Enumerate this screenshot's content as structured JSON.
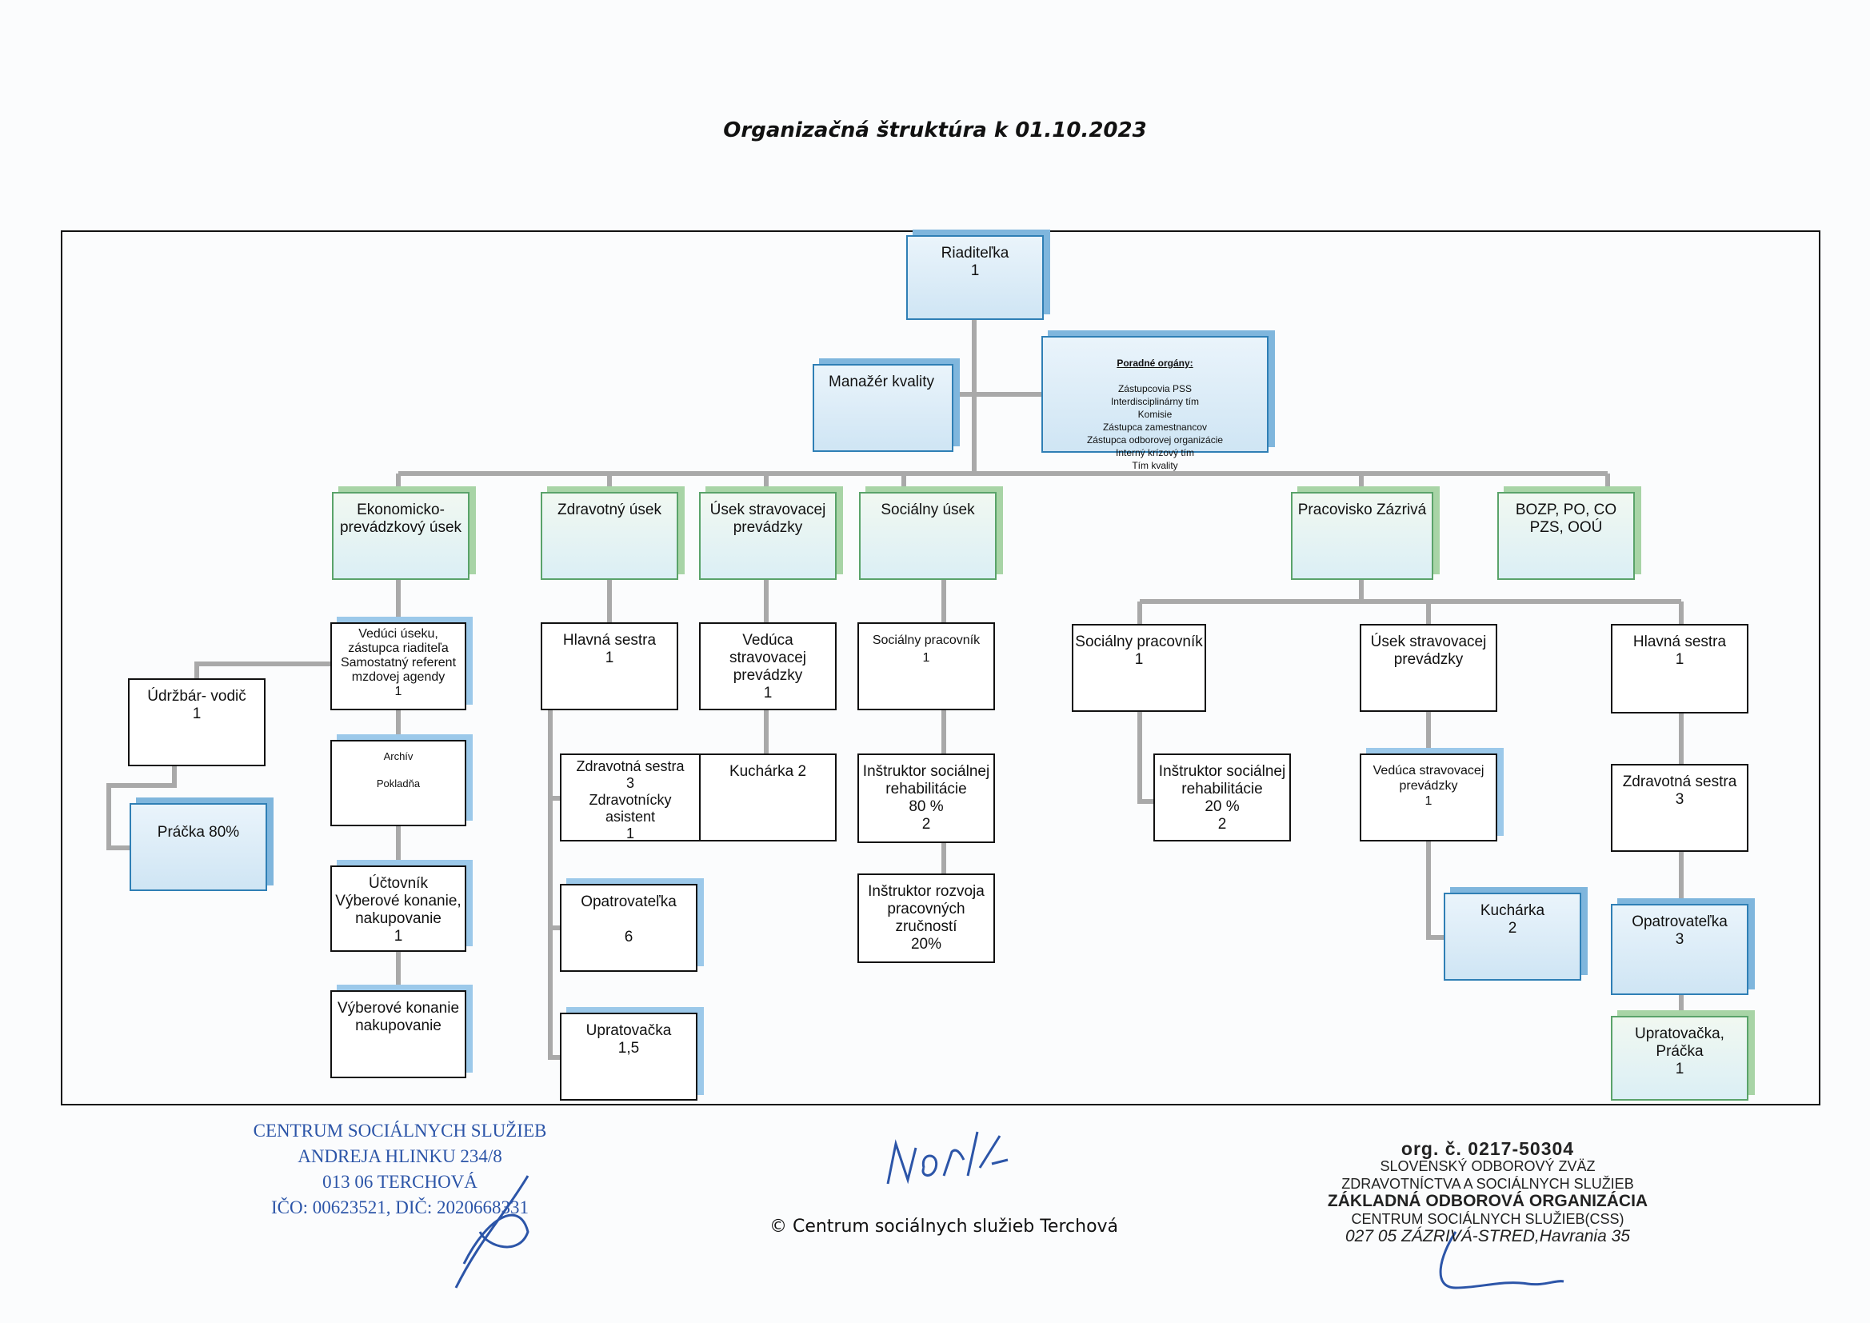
{
  "title": "Organizačná štruktúra k 01.10.2023",
  "boxes": {
    "director": "Riaditeľka\n1",
    "quality_manager": "Manažér kvality",
    "advisory_head": "Poradné orgány:",
    "advisory_items": "Zástupcovia PSS\nInterdisciplinárny tím\nKomisie\nZástupca zamestnancov\nZástupca odborovej organizácie\nInterný krízový tím\nTím kvality",
    "econ": "Ekonomicko-\nprevádzkový úsek",
    "health": "Zdravotný úsek",
    "catering": "Úsek stravovacej\nprevádzky",
    "social": "Sociálny úsek",
    "zazriva": "Pracovisko Zázrivá",
    "bozp": "BOZP, PO, CO\nPZS, OOÚ",
    "econ_head": "Vedúci úseku,\nzástupca riaditeľa\nSamostatný referent\nmzdovej agendy\n1",
    "maintenance": "Údržbár- vodič\n1",
    "laundry": "Práčka 80%",
    "archive": "Archív\n\nPokladňa",
    "accountant": "Účtovník\nVýberové konanie,\nnakupovanie\n1",
    "procurement": "Výberové konanie\nnakupovanie",
    "head_nurse": "Hlavná sestra\n1",
    "nurse": "Zdravotná sestra\n3\nZdravotnícky\nasistent\n1",
    "caregiver": "Opatrovateľka\n\n6",
    "cleaner": "Upratovačka\n1,5",
    "catering_head": "Vedúca\nstravovacej\nprevádzky\n1",
    "cook": "Kuchárka 2",
    "social_worker": "Sociálny pracovník\n1",
    "rehab_instructor": "Inštruktor sociálnej\nrehabilitácie\n80 %\n2",
    "skills_instructor": "Inštruktor rozvoja\npracovných\nzručností\n20%",
    "z_social_worker": "Sociálny pracovník\n1",
    "z_rehab": "Inštruktor sociálnej\nrehabilitácie\n20 %\n2",
    "z_catering": "Úsek stravovacej\nprevádzky",
    "z_catering_head": "Vedúca stravovacej\nprevádzky\n1",
    "z_cook": "Kuchárka\n2",
    "z_head_nurse": "Hlavná sestra\n1",
    "z_nurse": "Zdravotná sestra\n3",
    "z_caregiver": "Opatrovateľka\n3",
    "z_cleaner": "Upratovačka,\nPráčka\n1"
  },
  "stamp_left": {
    "line1": "CENTRUM SOCIÁLNYCH SLUŽIEB",
    "line2": "ANDREJA HLINKU 234/8",
    "line3": "013 06 TERCHOVÁ",
    "line4": "IČO: 00623521, DIČ: 2020668331"
  },
  "stamp_right": {
    "org": "org. č. 0217-50304",
    "line1": "SLOVENSKÝ ODBOROVÝ ZVÄZ",
    "line2": "ZDRAVOTNÍCTVA A SOCIÁLNYCH SLUŽIEB",
    "line3": "ZÁKLADNÁ ODBOROVÁ ORGANIZÁCIA",
    "line4": "CENTRUM SOCIÁLNYCH SLUŽIEB(CSS)",
    "line5": "027 05 ZÁZRIVÁ-STRED,Havrania 35"
  },
  "footer": "© Centrum sociálnych služieb Terchová",
  "colors": {
    "connector": "#a9a9a9",
    "stamp_blue": "#2c55a8",
    "box_blue": "#2f7fb5",
    "box_green": "#5aa36a"
  }
}
